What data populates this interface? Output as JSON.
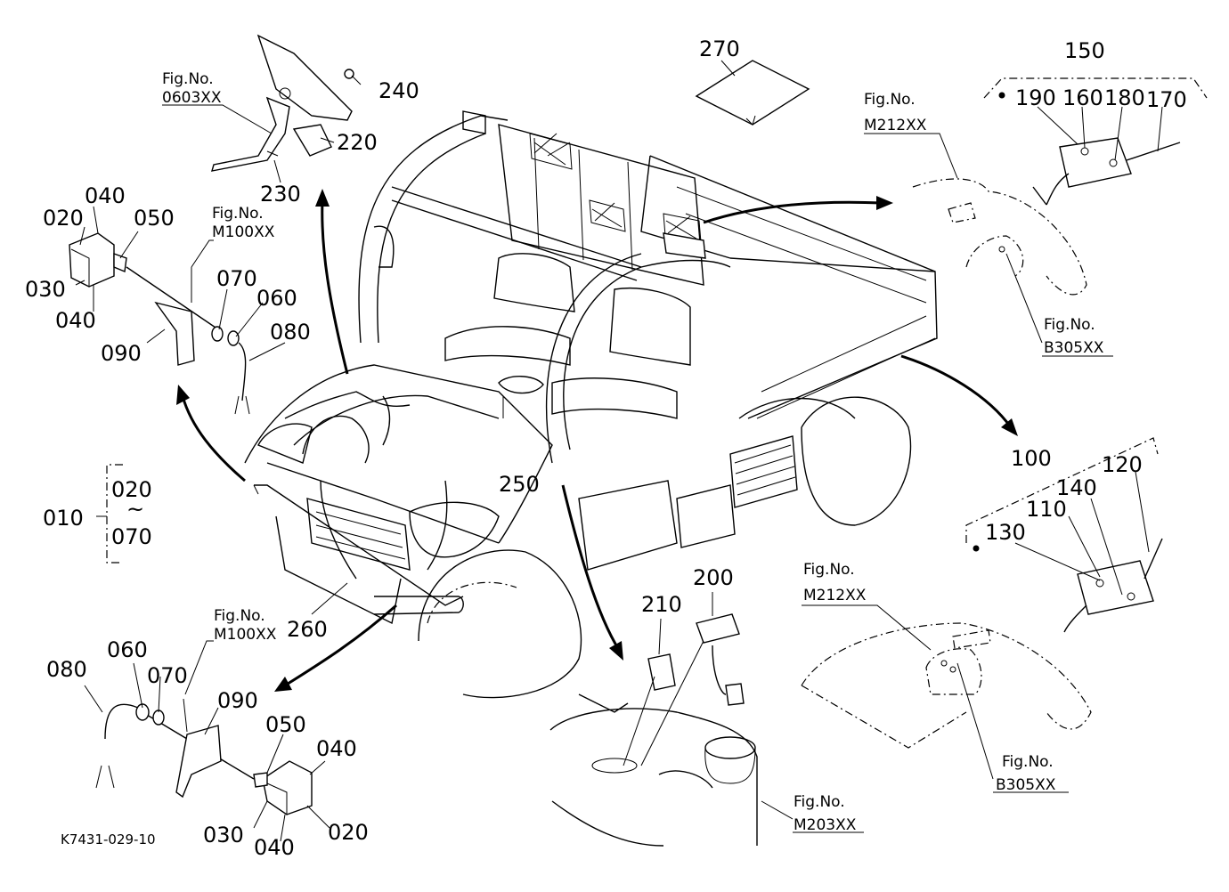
{
  "figure_code": "K7431-029-10",
  "fig_refs": {
    "top_left": {
      "label": "Fig.No.",
      "code": "0603XX"
    },
    "left_upper": {
      "label": "Fig.No.",
      "code": "M100XX"
    },
    "left_lower": {
      "label": "Fig.No.",
      "code": "M100XX"
    },
    "rear_upper_fender": {
      "label": "Fig.No.",
      "code": "M212XX"
    },
    "rear_upper_body": {
      "label": "Fig.No.",
      "code": "B305XX"
    },
    "rear_lower_fender": {
      "label": "Fig.No.",
      "code": "M212XX"
    },
    "rear_lower_body": {
      "label": "Fig.No.",
      "code": "B305XX"
    },
    "dash": {
      "label": "Fig.No.",
      "code": "M203XX"
    }
  },
  "assembly_010": {
    "num": "010",
    "from": "020",
    "tilde": "~",
    "to": "070"
  },
  "parts": {
    "p020a": "020",
    "p030a": "030",
    "p040a": "040",
    "p040b": "040",
    "p050a": "050",
    "p060a": "060",
    "p070a": "070",
    "p080a": "080",
    "p090a": "090",
    "p020b": "020",
    "p030b": "030",
    "p040c": "040",
    "p040d": "040",
    "p050b": "050",
    "p060b": "060",
    "p070b": "070",
    "p080b": "080",
    "p090b": "090",
    "p100": "100",
    "p110": "110",
    "p120": "120",
    "p130": "130",
    "p140": "140",
    "p150": "150",
    "p160": "160",
    "p170": "170",
    "p180": "180",
    "p190": "190",
    "p200": "200",
    "p210": "210",
    "p220": "220",
    "p230": "230",
    "p240": "240",
    "p250": "250",
    "p260": "260",
    "p270": "270"
  }
}
